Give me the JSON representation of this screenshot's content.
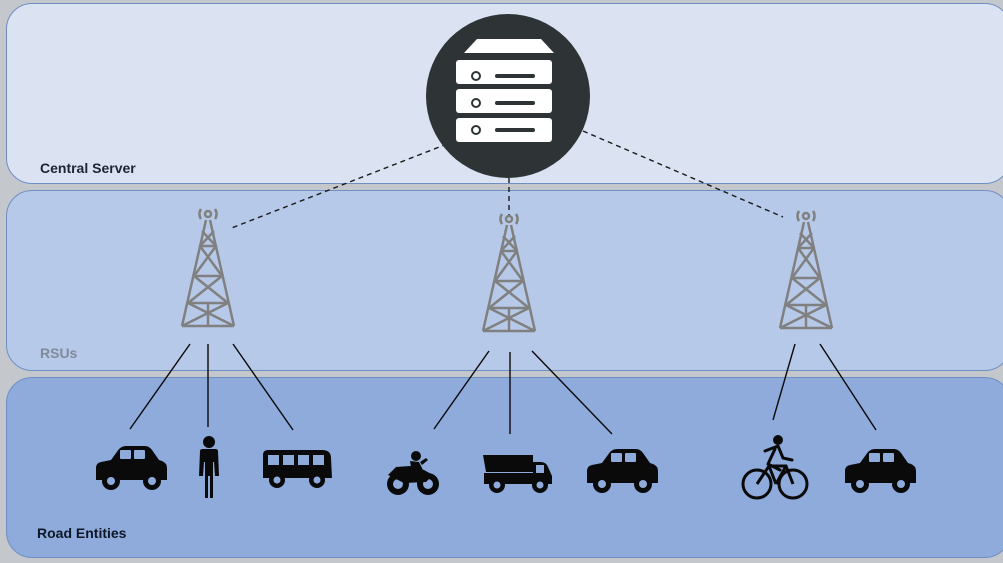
{
  "layers": {
    "server_label": "Central Server",
    "rsu_label": "RSUs",
    "road_label": "Road Entities"
  },
  "colors": {
    "server_band": "#dbe3f3",
    "rsu_band": "#b7c9e8",
    "road_band": "#8eabdc",
    "server_icon": "#2e3436",
    "tower": "#808080",
    "entity": "#0a0a0a"
  },
  "icons": {
    "server": "server-rack-icon",
    "rsu": "radio-tower-icon",
    "entities": [
      "car-icon",
      "pedestrian-icon",
      "bus-icon",
      "motorcycle-icon",
      "dump-truck-icon",
      "car-icon",
      "bicycle-icon",
      "car-icon"
    ]
  }
}
